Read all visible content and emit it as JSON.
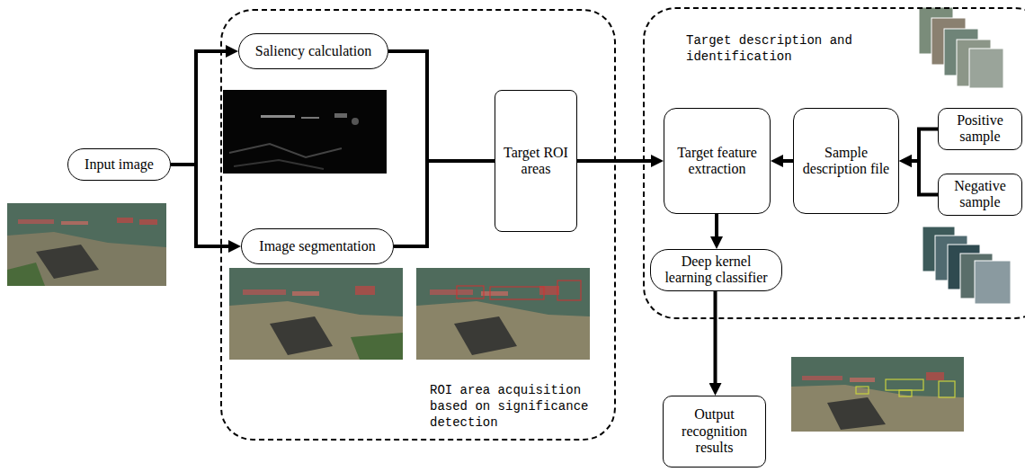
{
  "diagram": {
    "nodes": [
      {
        "text": [
          "Input image"
        ]
      },
      {
        "text": [
          "ROI area acquisition based on significance detection"
        ]
      },
      {
        "text": [
          "Saliency calculation"
        ],
        "in": 1
      },
      {
        "text": [
          "Image segmentation"
        ],
        "in": 1
      },
      {
        "text": [
          "Target ROI areas"
        ],
        "in": 1
      },
      {
        "text": [
          "Target description and identification"
        ]
      },
      {
        "text": [
          "Target feature extraction"
        ],
        "in": 5
      },
      {
        "text": [
          "Sample description file"
        ],
        "in": 5
      },
      {
        "text": [
          "Positive sample"
        ],
        "in": 5
      },
      {
        "text": [
          "Negative sample"
        ],
        "in": 5
      },
      {
        "text": [
          "Deep kernel learning classifier"
        ],
        "in": 5
      },
      {
        "text": [
          "Output recognition results"
        ]
      }
    ],
    "edges": [
      {
        "from": 0,
        "to": 2,
        "arrow": "to"
      },
      {
        "from": 0,
        "to": 3,
        "arrow": "to"
      },
      {
        "from": 2,
        "to": 4,
        "arrow": "none"
      },
      {
        "from": 3,
        "to": 4,
        "arrow": "none"
      },
      {
        "from": 4,
        "to": 6,
        "arrow": "to"
      },
      {
        "from": 7,
        "to": 6,
        "arrow": "to"
      },
      {
        "from": 8,
        "to": 7,
        "arrow": "to"
      },
      {
        "from": 9,
        "to": 7,
        "arrow": "to"
      },
      {
        "from": 6,
        "to": 10,
        "arrow": "to"
      },
      {
        "from": 10,
        "to": 11,
        "arrow": "to"
      }
    ]
  }
}
